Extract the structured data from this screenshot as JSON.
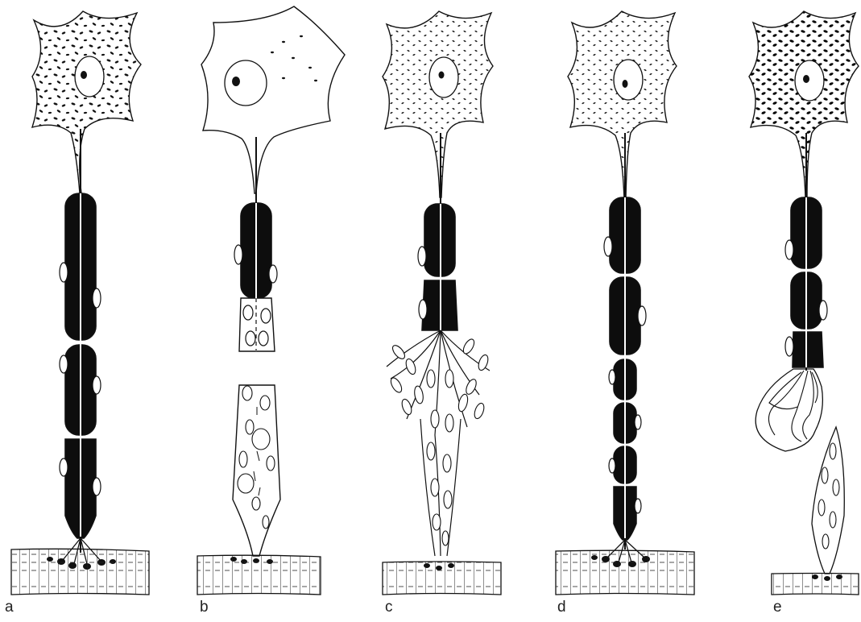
{
  "figure": {
    "panels": [
      {
        "id": "a",
        "label": "a"
      },
      {
        "id": "b",
        "label": "b"
      },
      {
        "id": "c",
        "label": "c"
      },
      {
        "id": "d",
        "label": "d"
      },
      {
        "id": "e",
        "label": "e"
      }
    ]
  },
  "colors": {
    "ink": "#111111",
    "myelin": "#0d0d0d",
    "paper": "#ffffff"
  }
}
